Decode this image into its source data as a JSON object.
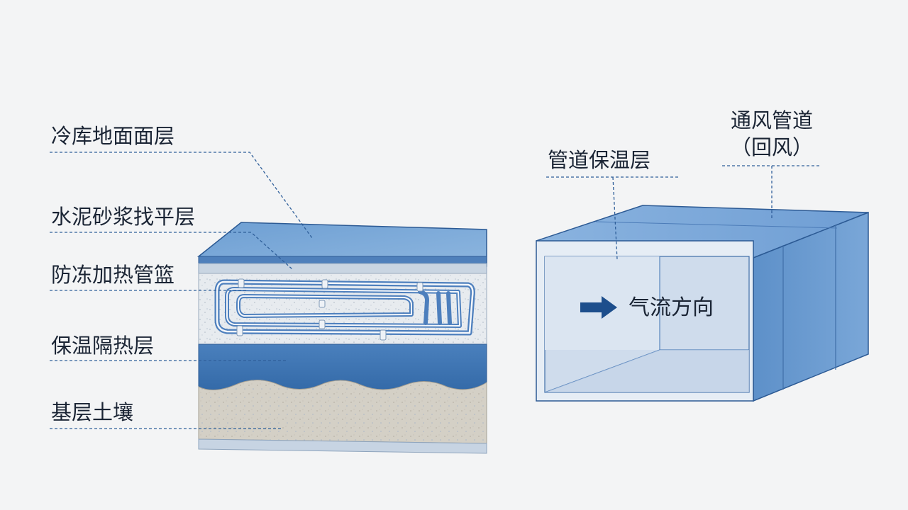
{
  "left_labels": {
    "surface": "冷库地面面层",
    "screed": "水泥砂浆找平层",
    "heating": "防冻加热管篮",
    "insulation": "保温隔热层",
    "soil": "基层土壤"
  },
  "right_labels": {
    "pipe_insulation": "管道保温层",
    "duct_title": "通风管道",
    "duct_subtitle": "（回风）",
    "airflow": "气流方向"
  },
  "colors": {
    "accent_blue": "#1d4e8c",
    "surface_top": "#7ba8d6",
    "duct_side": "#6a9ad0",
    "insulation": "#3f74b3",
    "soil": "#cfcbc2"
  }
}
